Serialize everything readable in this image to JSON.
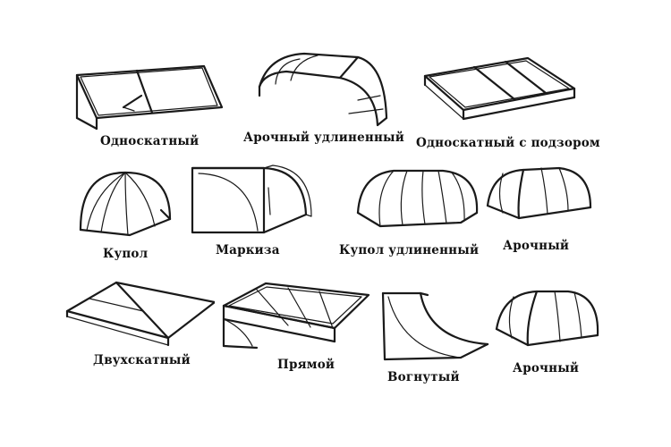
{
  "labels": {
    "odnoskatny": "Односкатный",
    "arochny_udlinenny": "Арочный удлиненный",
    "odnoskatny_podzor": "Односкатный с подзором",
    "kupol": "Купол",
    "markiza": "Маркиза",
    "kupol_udlinenny": "Купол удлиненный",
    "arochny_1": "Арочный",
    "dvuskatny": "Двухскатный",
    "pryamoy": "Прямой",
    "vognuty": "Вогнутый",
    "arochny_2": "Арочный"
  },
  "colors": {
    "ink": "#1a1a1a",
    "background": "#ffffff"
  }
}
